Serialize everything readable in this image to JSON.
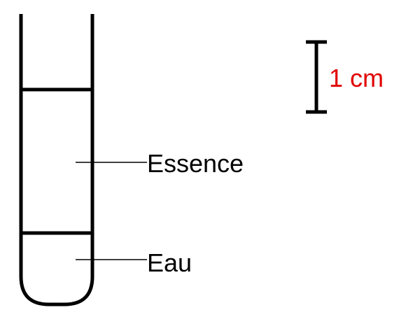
{
  "diagram": {
    "labels": {
      "upper_liquid": "Essence",
      "lower_liquid": "Eau",
      "scale": "1 cm"
    },
    "colors": {
      "outline": "#000000",
      "scale_text": "#e00000",
      "label_text": "#000000",
      "background": "#ffffff"
    }
  }
}
